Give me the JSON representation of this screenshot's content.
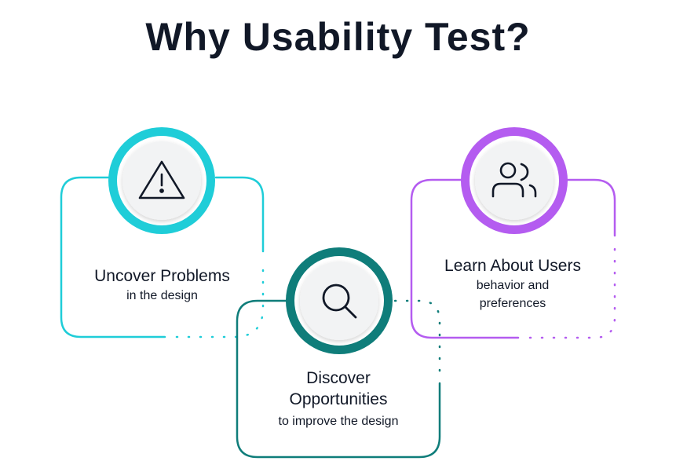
{
  "title": "Why Usability Test?",
  "colors": {
    "cyan": "#1fcdd8",
    "teal": "#0f7d7a",
    "purple": "#b45cf0",
    "text": "#111827"
  },
  "cards": [
    {
      "key": "uncover",
      "icon": "warning-icon",
      "heading": "Uncover Problems",
      "subtext": "in the design"
    },
    {
      "key": "discover",
      "icon": "search-icon",
      "heading": "Discover Opportunities",
      "subtext": "to improve the design"
    },
    {
      "key": "learn",
      "icon": "users-icon",
      "heading": "Learn About Users",
      "subtext": "behavior and preferences"
    }
  ]
}
